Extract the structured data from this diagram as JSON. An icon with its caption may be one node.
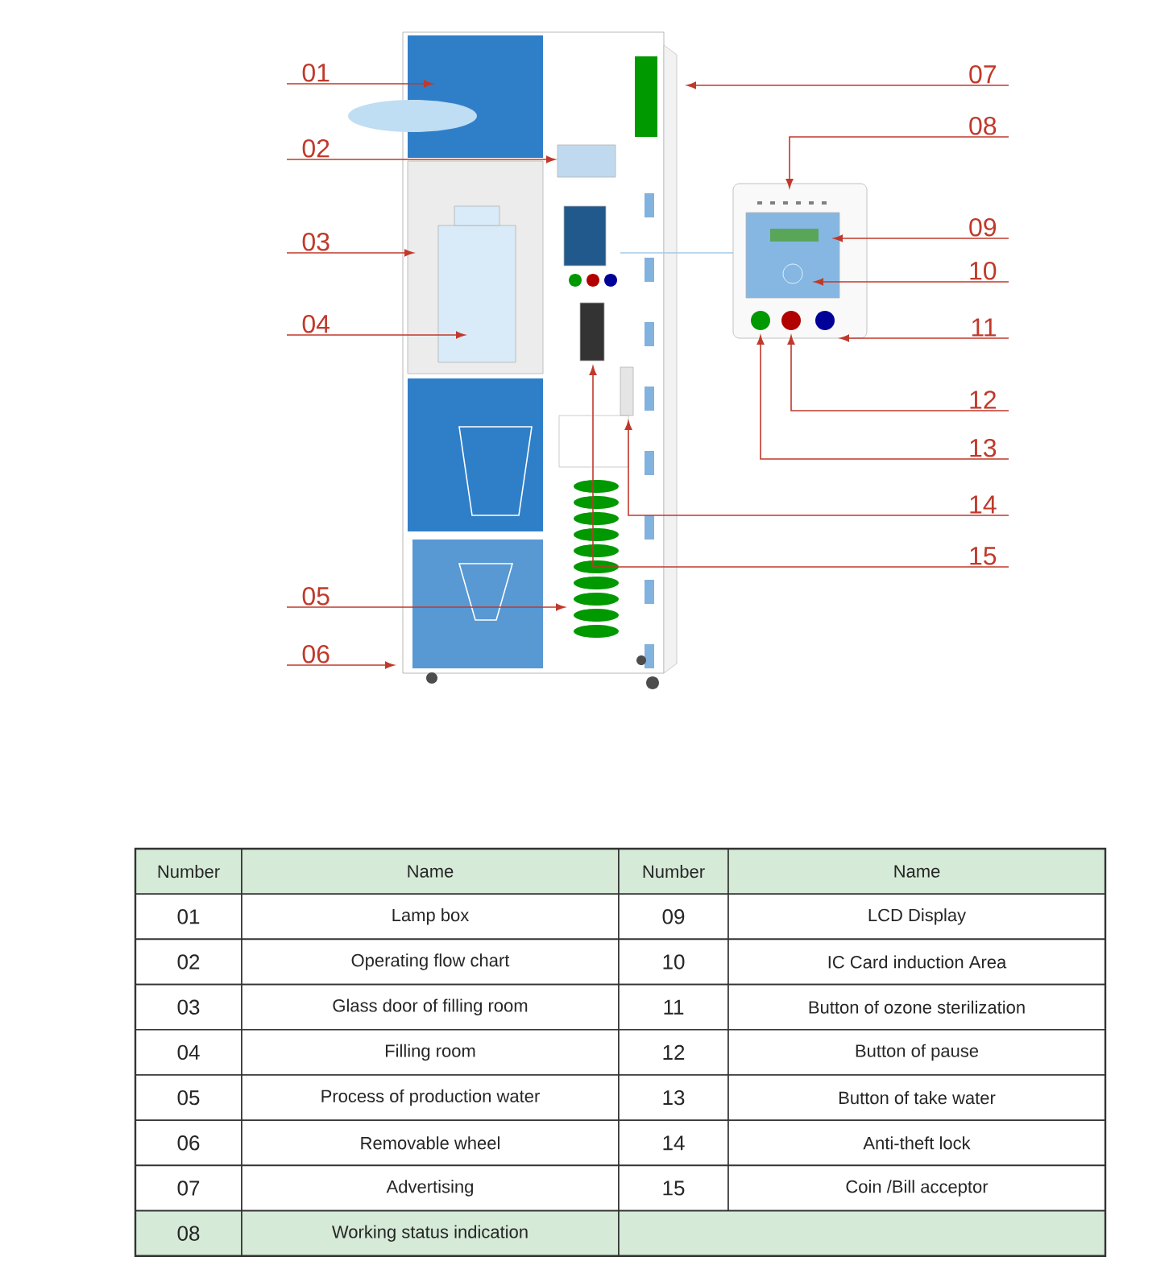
{
  "diagram": {
    "nodes": [
      {
        "text": [
          "01"
        ]
      },
      {
        "text": [
          "02"
        ]
      },
      {
        "text": [
          "03"
        ]
      },
      {
        "text": [
          "04"
        ]
      },
      {
        "text": [
          "05"
        ]
      },
      {
        "text": [
          "06"
        ]
      },
      {
        "text": [
          "07"
        ]
      },
      {
        "text": [
          "08"
        ]
      },
      {
        "text": [
          "09"
        ]
      },
      {
        "text": [
          "10"
        ]
      },
      {
        "text": [
          "11"
        ]
      },
      {
        "text": [
          "12"
        ]
      },
      {
        "text": [
          "13"
        ]
      },
      {
        "text": [
          "14"
        ]
      },
      {
        "text": [
          "15"
        ]
      }
    ],
    "edges": [
      {
        "from": 0,
        "to": null,
        "arrow": "to"
      },
      {
        "from": 1,
        "to": null,
        "arrow": "to"
      },
      {
        "from": 2,
        "to": null,
        "arrow": "to"
      },
      {
        "from": 3,
        "to": null,
        "arrow": "to"
      },
      {
        "from": 4,
        "to": null,
        "arrow": "to"
      },
      {
        "from": 5,
        "to": null,
        "arrow": "to"
      },
      {
        "from": 6,
        "to": null,
        "arrow": "to"
      },
      {
        "from": 7,
        "to": null,
        "arrow": "to"
      },
      {
        "from": 8,
        "to": null,
        "arrow": "to"
      },
      {
        "from": 9,
        "to": null,
        "arrow": "to"
      },
      {
        "from": 10,
        "to": null,
        "arrow": "to"
      },
      {
        "from": 11,
        "to": null,
        "arrow": "to"
      },
      {
        "from": 12,
        "to": null,
        "arrow": "to"
      },
      {
        "from": 13,
        "to": null,
        "arrow": "to"
      },
      {
        "from": 14,
        "to": null,
        "arrow": "to"
      }
    ],
    "labels": [
      "Number",
      "Name",
      "Number",
      "Name",
      "01",
      "Lamp box",
      "09",
      "LCD Display",
      "02",
      "Operating flow chart",
      "10",
      "IC Card induction Area",
      "03",
      "Glass door of filling room",
      "11",
      "Button of ozone sterilization",
      "04",
      "Filling room",
      "12",
      "Button of pause",
      "05",
      "Process of production water",
      "13",
      "Button of take water",
      "06",
      "Removable wheel",
      "14",
      "Anti-theft lock",
      "07",
      "Advertising",
      "15",
      "Coin /Bill acceptor",
      "08",
      "Working status indication"
    ]
  }
}
